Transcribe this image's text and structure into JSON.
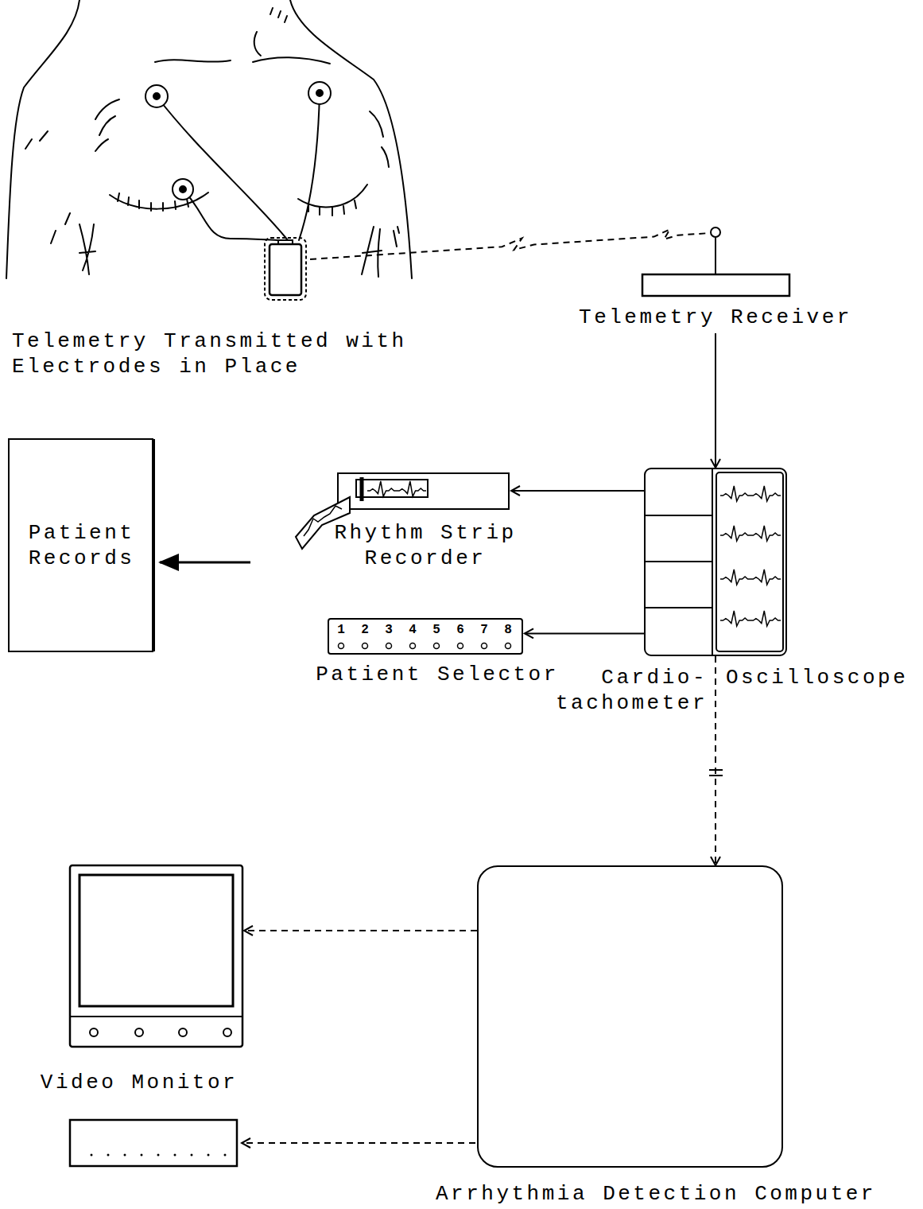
{
  "diagram": {
    "nodes": [
      {
        "text": [
          "Telemetry Transmitted with Electrodes in Place"
        ]
      },
      {
        "text": [
          "Telemetry Receiver"
        ]
      },
      {
        "text": [
          "Patient Records"
        ]
      },
      {
        "text": [
          "Rhythm Strip Recorder"
        ]
      },
      {
        "text": [
          "1",
          "2",
          "3",
          "4",
          "5",
          "6",
          "7",
          "8",
          "Patient Selector"
        ]
      },
      {
        "text": [
          "Cardio- tachometer",
          "Oscilloscope"
        ]
      },
      {
        "text": [
          "Video Monitor"
        ]
      },
      {
        "text": [
          "Arrhythmia Detection Computer"
        ]
      }
    ],
    "edges": [
      {
        "from": 0,
        "to": 1,
        "arrow": "none"
      },
      {
        "from": 1,
        "to": 5,
        "arrow": "to"
      },
      {
        "from": 5,
        "to": 3,
        "arrow": "to"
      },
      {
        "from": 5,
        "to": 4,
        "arrow": "to"
      },
      {
        "from": 3,
        "to": 2,
        "arrow": "to"
      },
      {
        "from": 5,
        "to": 7,
        "arrow": "to"
      },
      {
        "from": 7,
        "to": 6,
        "arrow": "to"
      }
    ]
  }
}
